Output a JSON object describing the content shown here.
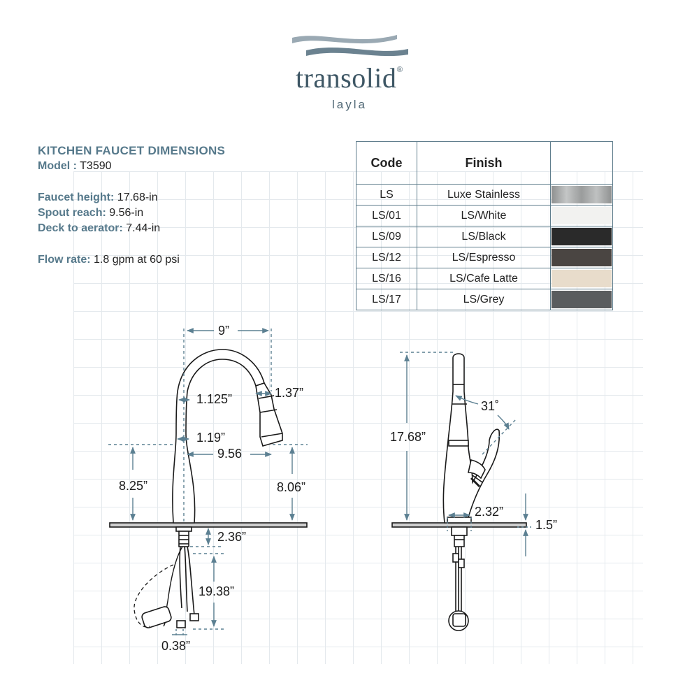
{
  "brand": {
    "name": "transolid",
    "registered": "®",
    "collection": "layla"
  },
  "specs": {
    "title": "KITCHEN FAUCET DIMENSIONS",
    "model_label": "Model :",
    "model_value": "T3590",
    "height_label": "Faucet height:",
    "height_value": "17.68-in",
    "reach_label": "Spout reach:",
    "reach_value": "9.56-in",
    "deck_label": "Deck to aerator:",
    "deck_value": "7.44-in",
    "flow_label": "Flow rate:",
    "flow_value": "1.8 gpm at 60 psi"
  },
  "finish_table": {
    "headers": {
      "code": "Code",
      "finish": "Finish"
    },
    "rows": [
      {
        "code": "LS",
        "finish": "Luxe Stainless",
        "color": "#a9abab"
      },
      {
        "code": "LS/01",
        "finish": "LS/White",
        "color": "#f2f2f0"
      },
      {
        "code": "LS/09",
        "finish": "LS/Black",
        "color": "#2a2a2a"
      },
      {
        "code": "LS/12",
        "finish": "LS/Espresso",
        "color": "#4a4542"
      },
      {
        "code": "LS/16",
        "finish": "LS/Cafe Latte",
        "color": "#e8dccb"
      },
      {
        "code": "LS/17",
        "finish": "LS/Grey",
        "color": "#5a5c5e"
      }
    ]
  },
  "dimensions": {
    "spout_width": "9”",
    "tube_dia_top": "1.125”",
    "head_dia": "1.37”",
    "tube_dia_low": "1.19”",
    "reach": "9.56",
    "body_height": "8.25”",
    "aerator_height": "8.06”",
    "shank": "2.36”",
    "hose": "19.38”",
    "hose_dia": "0.38”",
    "total_height": "17.68”",
    "handle_angle": "31˚",
    "base_dia": "2.32”",
    "deck_thickness": "1.5”"
  },
  "colors": {
    "dim_line": "#5c8092",
    "outline": "#1a1a1a",
    "grid": "#e4e9ed",
    "accent": "#56798b"
  }
}
